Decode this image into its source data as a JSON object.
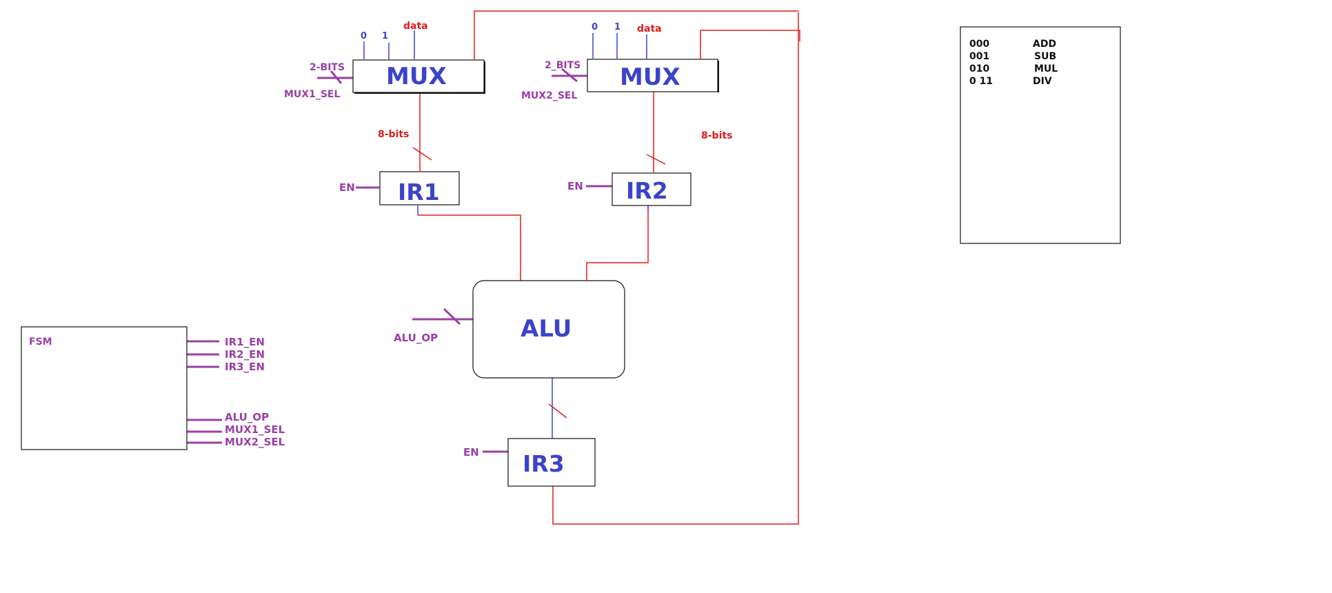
{
  "mux1": {
    "label": "MUX",
    "inputs": [
      "0",
      "1",
      "data"
    ],
    "select_width": "2-BITS",
    "select_signal": "MUX1_SEL"
  },
  "mux2": {
    "label": "MUX",
    "inputs": [
      "0",
      "1",
      "data"
    ],
    "select_width": "2_BITS",
    "select_signal": "MUX2_SEL"
  },
  "bus1_label": "8-bits",
  "bus2_label": "8-bits",
  "ir1": {
    "label": "IR1",
    "enable": "EN"
  },
  "ir2": {
    "label": "IR2",
    "enable": "EN"
  },
  "ir3": {
    "label": "IR3",
    "enable": "EN"
  },
  "alu": {
    "label": "ALU",
    "op_signal": "ALU_OP"
  },
  "fsm": {
    "label": "FSM",
    "outputs": [
      "IR1_EN",
      "IR2_EN",
      "IR3_EN",
      "ALU_OP",
      "MUX1_SEL",
      "MUX2_SEL"
    ]
  },
  "opcode_table": [
    {
      "code": "000",
      "op": "ADD"
    },
    {
      "code": "001",
      "op": "SUB"
    },
    {
      "code": "010",
      "op": "MUL"
    },
    {
      "code": "0 11",
      "op": "DIV"
    }
  ],
  "colors": {
    "block_text": "#3b44c8",
    "signal": "#9b3fa6",
    "wire_red": "#e01b1b",
    "wire_blue": "#3b44c8"
  }
}
